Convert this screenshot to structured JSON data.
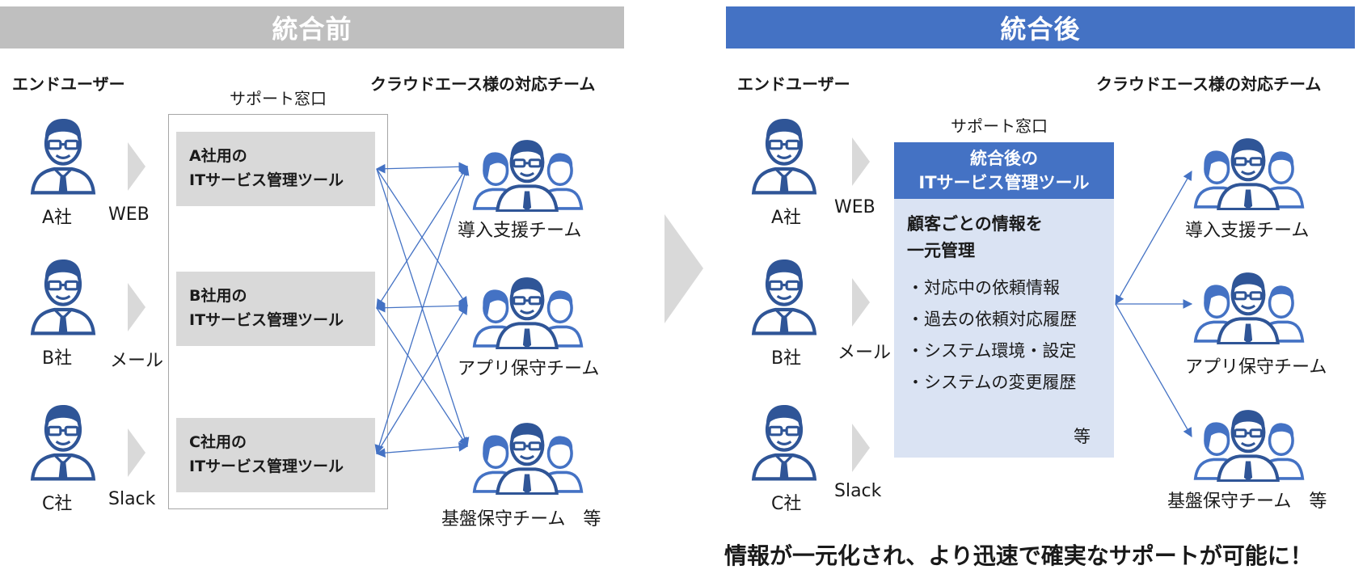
{
  "before": {
    "banner": "統合前",
    "end_user_heading": "エンドユーザー",
    "team_heading": "クラウドエース様の対応チーム",
    "support_label": "サポート窓口",
    "users": [
      {
        "name": "A社",
        "channel": "WEB"
      },
      {
        "name": "B社",
        "channel": "メール"
      },
      {
        "name": "C社",
        "channel": "Slack"
      }
    ],
    "tools": [
      {
        "line1": "A社用の",
        "line2": "ITサービス管理ツール"
      },
      {
        "line1": "B社用の",
        "line2": "ITサービス管理ツール"
      },
      {
        "line1": "C社用の",
        "line2": "ITサービス管理ツール"
      }
    ],
    "teams": [
      "導入支援チーム",
      "アプリ保守チーム",
      "基盤保守チーム　等"
    ]
  },
  "after": {
    "banner": "統合後",
    "end_user_heading": "エンドユーザー",
    "team_heading": "クラウドエース様の対応チーム",
    "support_label": "サポート窓口",
    "users": [
      {
        "name": "A社",
        "channel": "WEB"
      },
      {
        "name": "B社",
        "channel": "メール"
      },
      {
        "name": "C社",
        "channel": "Slack"
      }
    ],
    "unified_tool": {
      "title_line1": "統合後の",
      "title_line2": "ITサービス管理ツール",
      "subtitle_line1": "顧客ごとの情報を",
      "subtitle_line2": "一元管理",
      "items": [
        "・対応中の依頼情報",
        "・過去の依頼対応履歴",
        "・システム環境・設定",
        "・システムの変更履歴"
      ],
      "etc": "等"
    },
    "teams": [
      "導入支援チーム",
      "アプリ保守チーム",
      "基盤保守チーム　等"
    ],
    "conclusion": "情報が一元化され、より迅速で確実なサポートが可能に！"
  },
  "colors": {
    "before_banner": "#bfbfbf",
    "after_banner": "#4472c4",
    "icon_blue": "#2f5597",
    "arrow_gray": "#d9d9d9",
    "tool_box": "#d9d9d9",
    "unified_box": "#dae3f3",
    "line_blue": "#4472c4"
  },
  "icons": [
    "person-icon",
    "team-icon",
    "chevron-arrow-icon",
    "big-chevron-icon"
  ]
}
